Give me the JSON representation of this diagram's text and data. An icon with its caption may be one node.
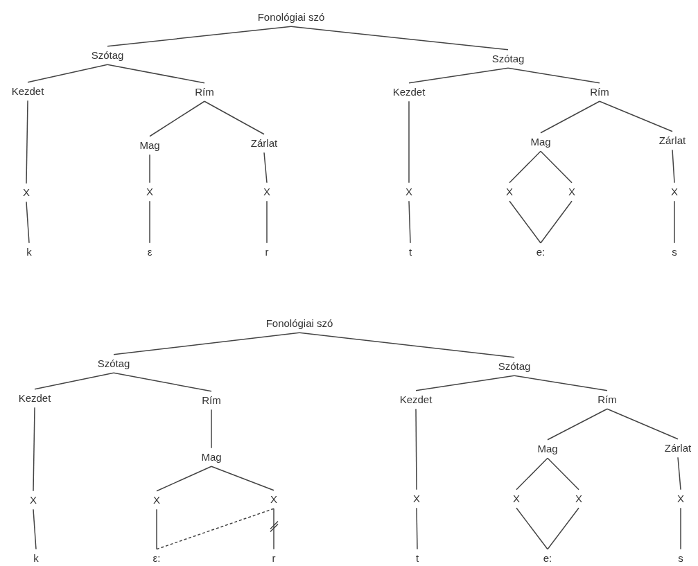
{
  "diagram": {
    "nodes": [
      {
        "text": [
          "Fonológiai szó"
        ]
      },
      {
        "text": [
          "Szótag"
        ]
      },
      {
        "text": [
          "Szótag"
        ]
      },
      {
        "text": [
          "Kezdet"
        ]
      },
      {
        "text": [
          "Rím"
        ]
      },
      {
        "text": [
          "Kezdet"
        ]
      },
      {
        "text": [
          "Rím"
        ]
      },
      {
        "text": [
          "Mag"
        ]
      },
      {
        "text": [
          "Zárlat"
        ]
      },
      {
        "text": [
          "Mag"
        ]
      },
      {
        "text": [
          "Zárlat"
        ]
      },
      {
        "text": [
          "X"
        ]
      },
      {
        "text": [
          "X"
        ]
      },
      {
        "text": [
          "X"
        ]
      },
      {
        "text": [
          "X"
        ]
      },
      {
        "text": [
          "X"
        ]
      },
      {
        "text": [
          "X"
        ]
      },
      {
        "text": [
          "X"
        ]
      },
      {
        "text": [
          "k"
        ]
      },
      {
        "text": [
          "ε"
        ]
      },
      {
        "text": [
          "r"
        ]
      },
      {
        "text": [
          "t"
        ]
      },
      {
        "text": [
          "e:"
        ]
      },
      {
        "text": [
          "s"
        ]
      },
      {
        "text": [
          "Fonológiai szó"
        ]
      },
      {
        "text": [
          "Szótag"
        ]
      },
      {
        "text": [
          "Szótag"
        ]
      },
      {
        "text": [
          "Kezdet"
        ]
      },
      {
        "text": [
          "Rím"
        ]
      },
      {
        "text": [
          "Kezdet"
        ]
      },
      {
        "text": [
          "Rím"
        ]
      },
      {
        "text": [
          "Mag"
        ]
      },
      {
        "text": [
          "Mag"
        ]
      },
      {
        "text": [
          "Zárlat"
        ]
      },
      {
        "text": [
          "X"
        ]
      },
      {
        "text": [
          "X"
        ]
      },
      {
        "text": [
          "X"
        ]
      },
      {
        "text": [
          "X"
        ]
      },
      {
        "text": [
          "X"
        ]
      },
      {
        "text": [
          "X"
        ]
      },
      {
        "text": [
          "X"
        ]
      },
      {
        "text": [
          "k"
        ]
      },
      {
        "text": [
          "ε:"
        ]
      },
      {
        "text": [
          "r"
        ]
      },
      {
        "text": [
          "t"
        ]
      },
      {
        "text": [
          "e:"
        ]
      },
      {
        "text": [
          "s"
        ]
      }
    ],
    "edges": [
      {
        "from": 0,
        "to": 1,
        "arrow": "none"
      },
      {
        "from": 0,
        "to": 2,
        "arrow": "none"
      },
      {
        "from": 1,
        "to": 3,
        "arrow": "none"
      },
      {
        "from": 1,
        "to": 4,
        "arrow": "none"
      },
      {
        "from": 2,
        "to": 5,
        "arrow": "none"
      },
      {
        "from": 2,
        "to": 6,
        "arrow": "none"
      },
      {
        "from": 4,
        "to": 7,
        "arrow": "none"
      },
      {
        "from": 4,
        "to": 8,
        "arrow": "none"
      },
      {
        "from": 6,
        "to": 9,
        "arrow": "none"
      },
      {
        "from": 6,
        "to": 10,
        "arrow": "none"
      },
      {
        "from": 3,
        "to": 11,
        "arrow": "none"
      },
      {
        "from": 7,
        "to": 12,
        "arrow": "none"
      },
      {
        "from": 8,
        "to": 13,
        "arrow": "none"
      },
      {
        "from": 5,
        "to": 14,
        "arrow": "none"
      },
      {
        "from": 9,
        "to": 15,
        "arrow": "none"
      },
      {
        "from": 9,
        "to": 16,
        "arrow": "none"
      },
      {
        "from": 10,
        "to": 17,
        "arrow": "none"
      },
      {
        "from": 11,
        "to": 18,
        "arrow": "none"
      },
      {
        "from": 12,
        "to": 19,
        "arrow": "none"
      },
      {
        "from": 13,
        "to": 20,
        "arrow": "none"
      },
      {
        "from": 14,
        "to": 21,
        "arrow": "none"
      },
      {
        "from": 15,
        "to": 22,
        "arrow": "none"
      },
      {
        "from": 16,
        "to": 22,
        "arrow": "none"
      },
      {
        "from": 17,
        "to": 23,
        "arrow": "none"
      },
      {
        "from": 24,
        "to": 25,
        "arrow": "none"
      },
      {
        "from": 24,
        "to": 26,
        "arrow": "none"
      },
      {
        "from": 25,
        "to": 27,
        "arrow": "none"
      },
      {
        "from": 25,
        "to": 28,
        "arrow": "none"
      },
      {
        "from": 26,
        "to": 29,
        "arrow": "none"
      },
      {
        "from": 26,
        "to": 30,
        "arrow": "none"
      },
      {
        "from": 28,
        "to": 31,
        "arrow": "none"
      },
      {
        "from": 30,
        "to": 32,
        "arrow": "none"
      },
      {
        "from": 30,
        "to": 33,
        "arrow": "none"
      },
      {
        "from": 27,
        "to": 34,
        "arrow": "none"
      },
      {
        "from": 31,
        "to": 35,
        "arrow": "none"
      },
      {
        "from": 31,
        "to": 36,
        "arrow": "none"
      },
      {
        "from": 29,
        "to": 37,
        "arrow": "none"
      },
      {
        "from": 32,
        "to": 38,
        "arrow": "none"
      },
      {
        "from": 32,
        "to": 39,
        "arrow": "none"
      },
      {
        "from": 33,
        "to": 40,
        "arrow": "none"
      },
      {
        "from": 34,
        "to": 41,
        "arrow": "none"
      },
      {
        "from": 35,
        "to": 42,
        "arrow": "none"
      },
      {
        "from": 36,
        "to": 43,
        "arrow": "none"
      },
      {
        "from": 37,
        "to": 44,
        "arrow": "none"
      },
      {
        "from": 38,
        "to": 45,
        "arrow": "none"
      },
      {
        "from": 39,
        "to": 45,
        "arrow": "none"
      },
      {
        "from": 40,
        "to": 46,
        "arrow": "none"
      },
      {
        "from": 36,
        "to": 42,
        "arrow": "none",
        "style": "dashed"
      }
    ]
  }
}
